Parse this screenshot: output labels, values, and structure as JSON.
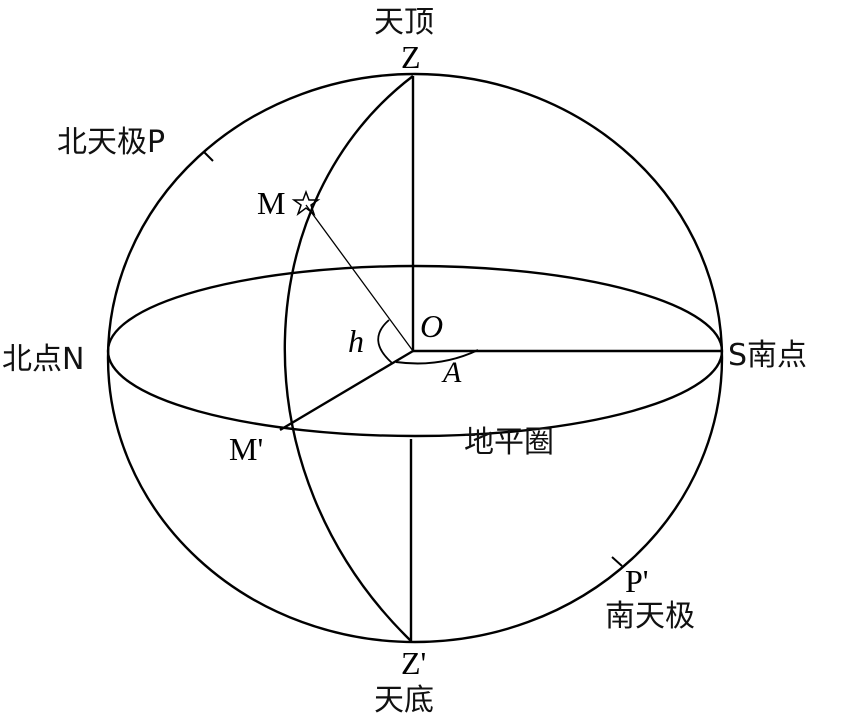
{
  "diagram": {
    "type": "celestial-sphere-horizontal-coordinate-system",
    "stroke_color": "#000000",
    "background": "#ffffff",
    "labels": {
      "zenith_cn": "天顶",
      "zenith": "Z",
      "nadir": "Z'",
      "nadir_cn": "天底",
      "north_pole": "北天极P",
      "south_pole_letter": "P'",
      "south_pole_cn": "南天极",
      "north_point": "北点N",
      "south_point": "S南点",
      "star": "M",
      "star_projection": "M'",
      "center": "O",
      "altitude": "h",
      "azimuth": "A",
      "horizon": "地平圈"
    },
    "star_icon": "five-point-star"
  }
}
